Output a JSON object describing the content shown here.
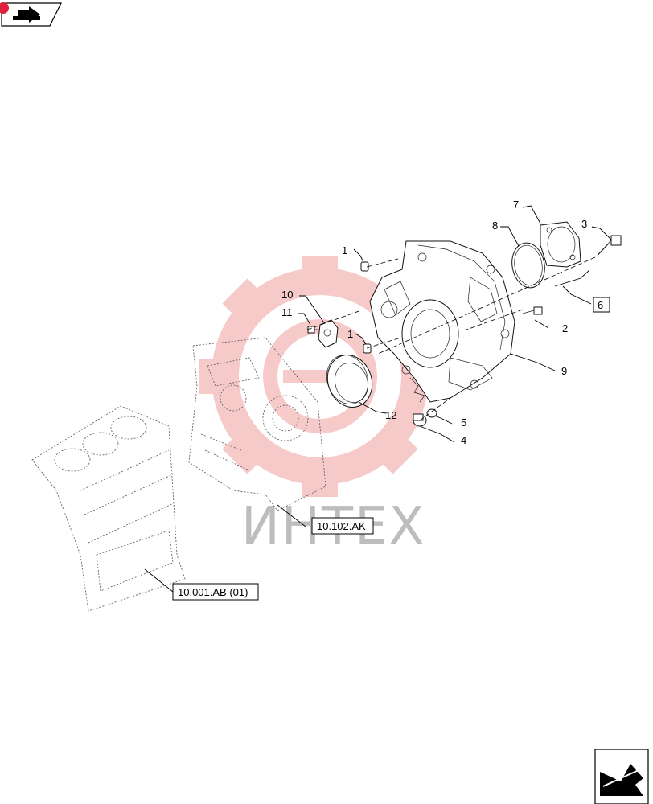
{
  "colors": {
    "watermark_gear": "#f6b7b7",
    "watermark_text": "#bdbdbd",
    "line": "#000000",
    "corner_badge": "#e0213b"
  },
  "icons": {
    "top_left": "book-navigation-icon",
    "bottom_right": "next-page-arrow-icon"
  },
  "watermark": {
    "text": "ИНТЕХ"
  },
  "callouts": [
    {
      "id": "c1a",
      "label": "1"
    },
    {
      "id": "c1b",
      "label": "1"
    },
    {
      "id": "c2",
      "label": "2"
    },
    {
      "id": "c3",
      "label": "3"
    },
    {
      "id": "c4",
      "label": "4"
    },
    {
      "id": "c5",
      "label": "5"
    },
    {
      "id": "c7",
      "label": "7"
    },
    {
      "id": "c8",
      "label": "8"
    },
    {
      "id": "c9",
      "label": "9"
    },
    {
      "id": "c10",
      "label": "10"
    },
    {
      "id": "c11",
      "label": "11"
    },
    {
      "id": "c12",
      "label": "12"
    }
  ],
  "kit_box": {
    "label": "6"
  },
  "references": [
    {
      "id": "ref1",
      "label": "10.102.AK"
    },
    {
      "id": "ref2",
      "label": "10.001.AB (01)"
    }
  ]
}
